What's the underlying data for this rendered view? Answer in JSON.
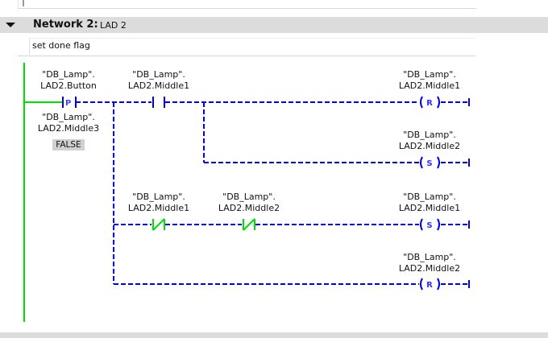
{
  "network": {
    "title": "Network 2:",
    "name": "LAD 2",
    "comment": "set done flag"
  },
  "rungs": {
    "r1_contact_p": {
      "db": "\"DB_Lamp\".",
      "tag": "LAD2.Button",
      "edge_db": "\"DB_Lamp\".",
      "edge_tag": "LAD2.Middle3",
      "edge_value": "FALSE",
      "symbol": "P"
    },
    "r1_contact_no": {
      "db": "\"DB_Lamp\".",
      "tag": "LAD2.Middle1"
    },
    "r1_coil": {
      "db": "\"DB_Lamp\".",
      "tag": "LAD2.Middle1",
      "symbol": "R"
    },
    "r2_coil": {
      "db": "\"DB_Lamp\".",
      "tag": "LAD2.Middle2",
      "symbol": "S"
    },
    "r3_contact_nc1": {
      "db": "\"DB_Lamp\".",
      "tag": "LAD2.Middle1"
    },
    "r3_contact_nc2": {
      "db": "\"DB_Lamp\".",
      "tag": "LAD2.Middle2"
    },
    "r3_coil": {
      "db": "\"DB_Lamp\".",
      "tag": "LAD2.Middle1",
      "symbol": "S"
    },
    "r4_coil": {
      "db": "\"DB_Lamp\".",
      "tag": "LAD2.Middle2",
      "symbol": "R"
    }
  },
  "colors": {
    "powered": "#00e000",
    "unpowered": "#0000e0",
    "header": "#dcdcdc"
  }
}
